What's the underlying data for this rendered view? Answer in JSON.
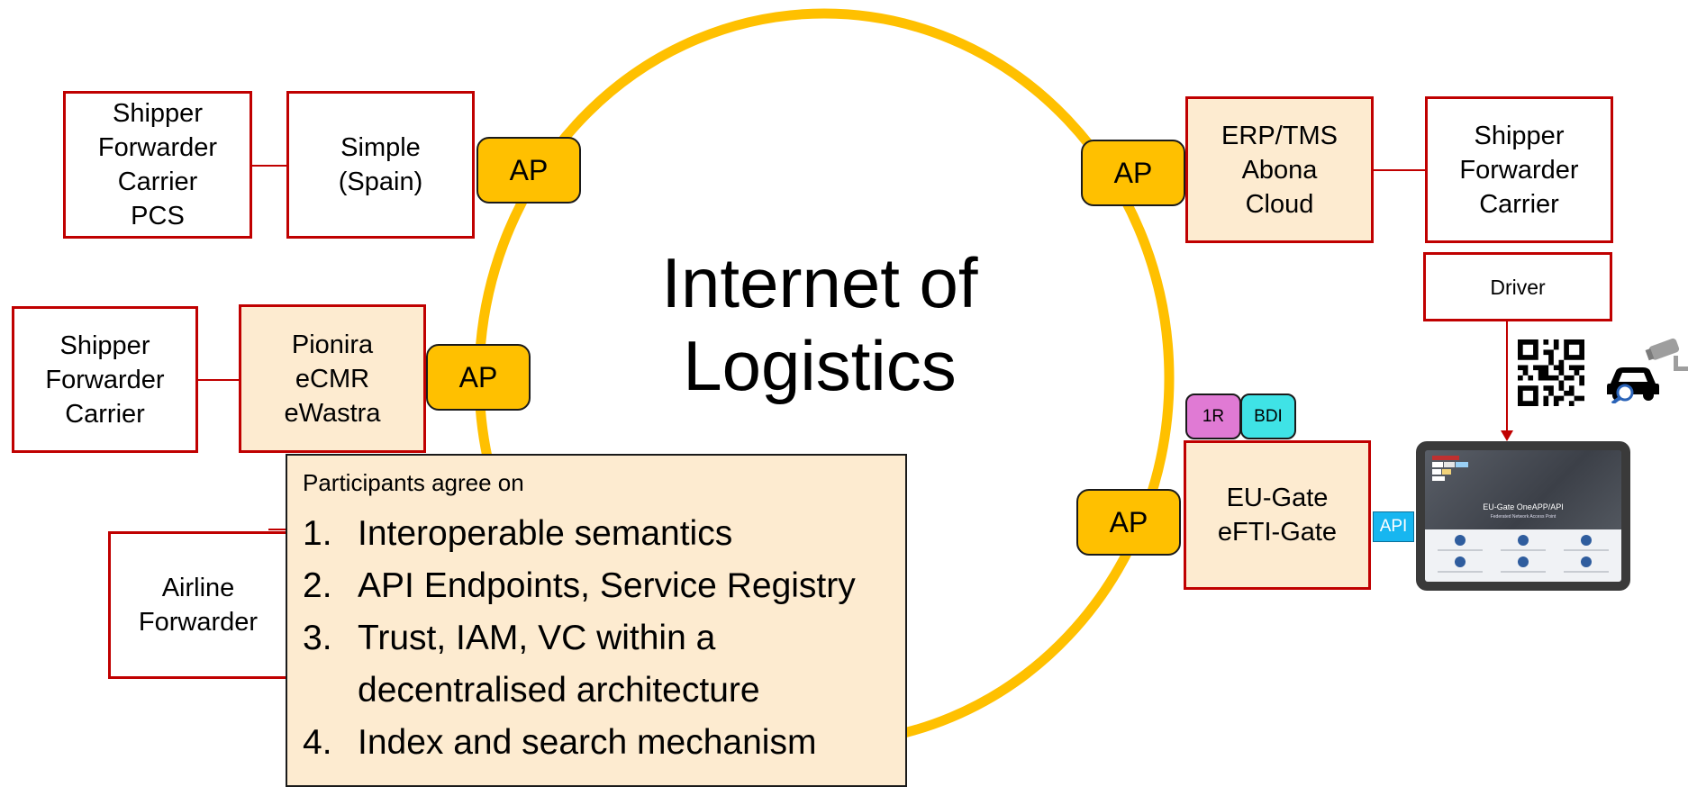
{
  "title": {
    "line1": "Internet of",
    "line2": "Logistics"
  },
  "ap_label": "AP",
  "left_nodes": [
    {
      "id": "spain-participants",
      "lines": [
        "Shipper",
        "Forwarder",
        "Carrier",
        "PCS"
      ]
    },
    {
      "id": "simple-spain",
      "lines": [
        "Simple",
        "(Spain)"
      ]
    },
    {
      "id": "pionira-participants",
      "lines": [
        "Shipper",
        "Forwarder",
        "Carrier"
      ]
    },
    {
      "id": "pionira",
      "lines": [
        "Pionira",
        "eCMR",
        "eWastra"
      ]
    },
    {
      "id": "airline",
      "lines": [
        "Airline",
        "Forwarder"
      ]
    }
  ],
  "right_nodes": [
    {
      "id": "erp-tms",
      "lines": [
        "ERP/TMS",
        "Abona",
        "Cloud"
      ]
    },
    {
      "id": "erp-participants",
      "lines": [
        "Shipper",
        "Forwarder",
        "Carrier"
      ]
    },
    {
      "id": "driver",
      "lines": [
        "Driver"
      ]
    },
    {
      "id": "eu-gate",
      "lines": [
        "EU-Gate",
        "eFTI-Gate"
      ]
    }
  ],
  "pills": {
    "one_r": "1R",
    "bdi": "BDI"
  },
  "api_label": "API",
  "tablet": {
    "app_title": "EU-Gate OneAPP/API",
    "app_subtitle": "Federated Network Access Point"
  },
  "agreement": {
    "heading": "Participants agree on",
    "items": [
      {
        "num": "1.",
        "lines": [
          "Interoperable semantics"
        ]
      },
      {
        "num": "2.",
        "lines": [
          "API Endpoints, Service Registry"
        ]
      },
      {
        "num": "3.",
        "lines": [
          "Trust, IAM, VC within a",
          "decentralised architecture"
        ]
      },
      {
        "num": "4.",
        "lines": [
          "Index and search mechanism"
        ]
      }
    ]
  },
  "colors": {
    "ring": "#ffc000",
    "ap_fill": "#ffc000",
    "box_border": "#c00000",
    "beige": "#fdebd0",
    "pill_1r": "#e07ad4",
    "pill_bdi": "#3fe3e6",
    "api": "#17b6f0"
  },
  "icons": [
    "qr-code-icon",
    "car-search-icon",
    "security-camera-icon",
    "arrow-down-icon"
  ]
}
